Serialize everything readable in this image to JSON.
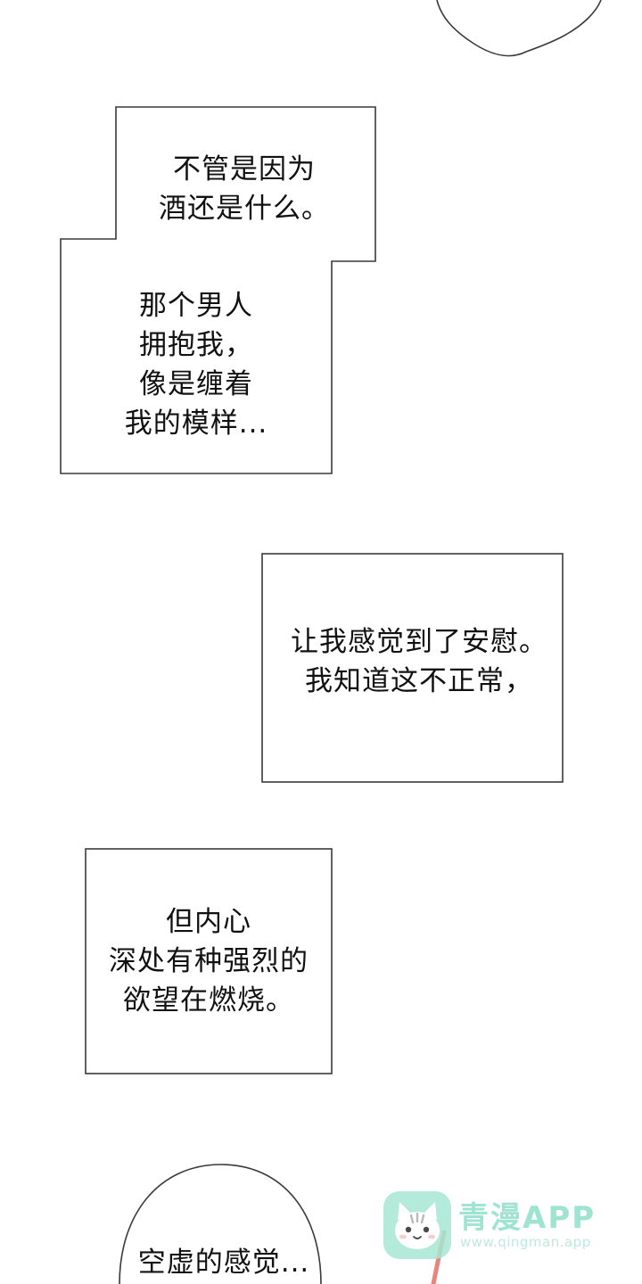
{
  "panels": [
    {
      "lines": [
        "不管是因为",
        "酒还是什么。"
      ]
    },
    {
      "lines": [
        "那个男人",
        "拥抱我，",
        "像是缠着",
        "我的模样..."
      ]
    },
    {
      "lines": [
        "让我感觉到了安慰。",
        "我知道这不正常，"
      ]
    },
    {
      "lines": [
        "但内心",
        "深处有种强烈的",
        "欲望在燃烧。"
      ]
    }
  ],
  "bubble": {
    "text": "空虚的感觉..."
  },
  "watermark": {
    "name": "青漫APP",
    "url": "www.qingman.app",
    "icon": "cat-face-icon",
    "colors": {
      "mark": "#a6e6d4",
      "text": "#9fe3d1",
      "url": "#bfe9de"
    }
  },
  "colors": {
    "background": "#ffffff",
    "border": "#3a3a3a",
    "text": "#111111",
    "accent_stroke": "#e7857f"
  }
}
